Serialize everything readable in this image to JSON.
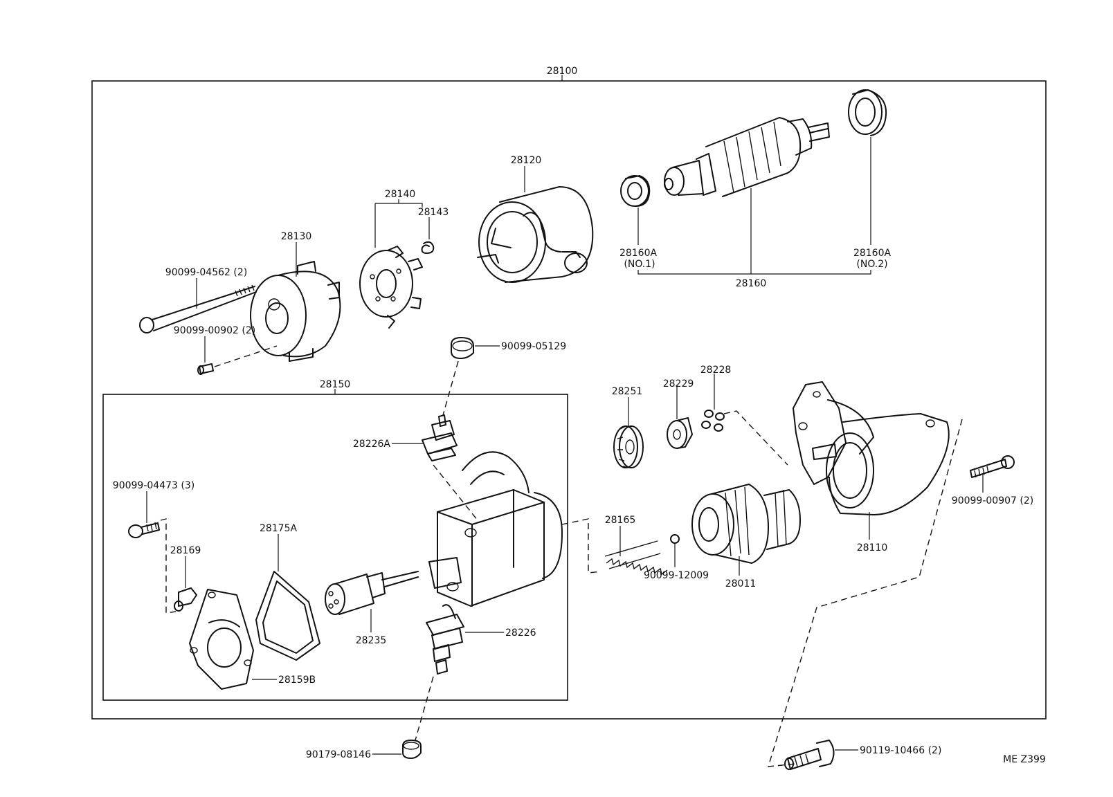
{
  "drawing_code": "ME Z399",
  "callouts": {
    "assembly": "28100",
    "armature": "28120",
    "brush_holder": "28140",
    "brush_spring": "28143",
    "end_frame": "28130",
    "through_bolt": "90099-04562 (2)",
    "end_frame_screw": "90099-00902 (2)",
    "bearing_no1": "28160A",
    "bearing_no1_note": "(NO.1)",
    "bearing_no2": "28160A",
    "bearing_no2_note": "(NO.2)",
    "field_frame": "28160",
    "terminal_nut_boot": "90099-05129",
    "solenoid_assembly": "28150",
    "terminal_a": "28226A",
    "solenoid_screw": "90099-04473 (3)",
    "plate": "28169",
    "gasket": "28175A",
    "solenoid_cover": "28159B",
    "plunger": "28235",
    "terminal": "28226",
    "terminal_nut": "90179-08146",
    "idler_gear": "28251",
    "retainer": "28229",
    "roller": "28228",
    "spring": "28165",
    "steel_ball": "90099-12009",
    "clutch": "28011",
    "housing": "28110",
    "housing_bolt_small": "90099-00907 (2)",
    "housing_bolt": "90119-10466 (2)"
  }
}
